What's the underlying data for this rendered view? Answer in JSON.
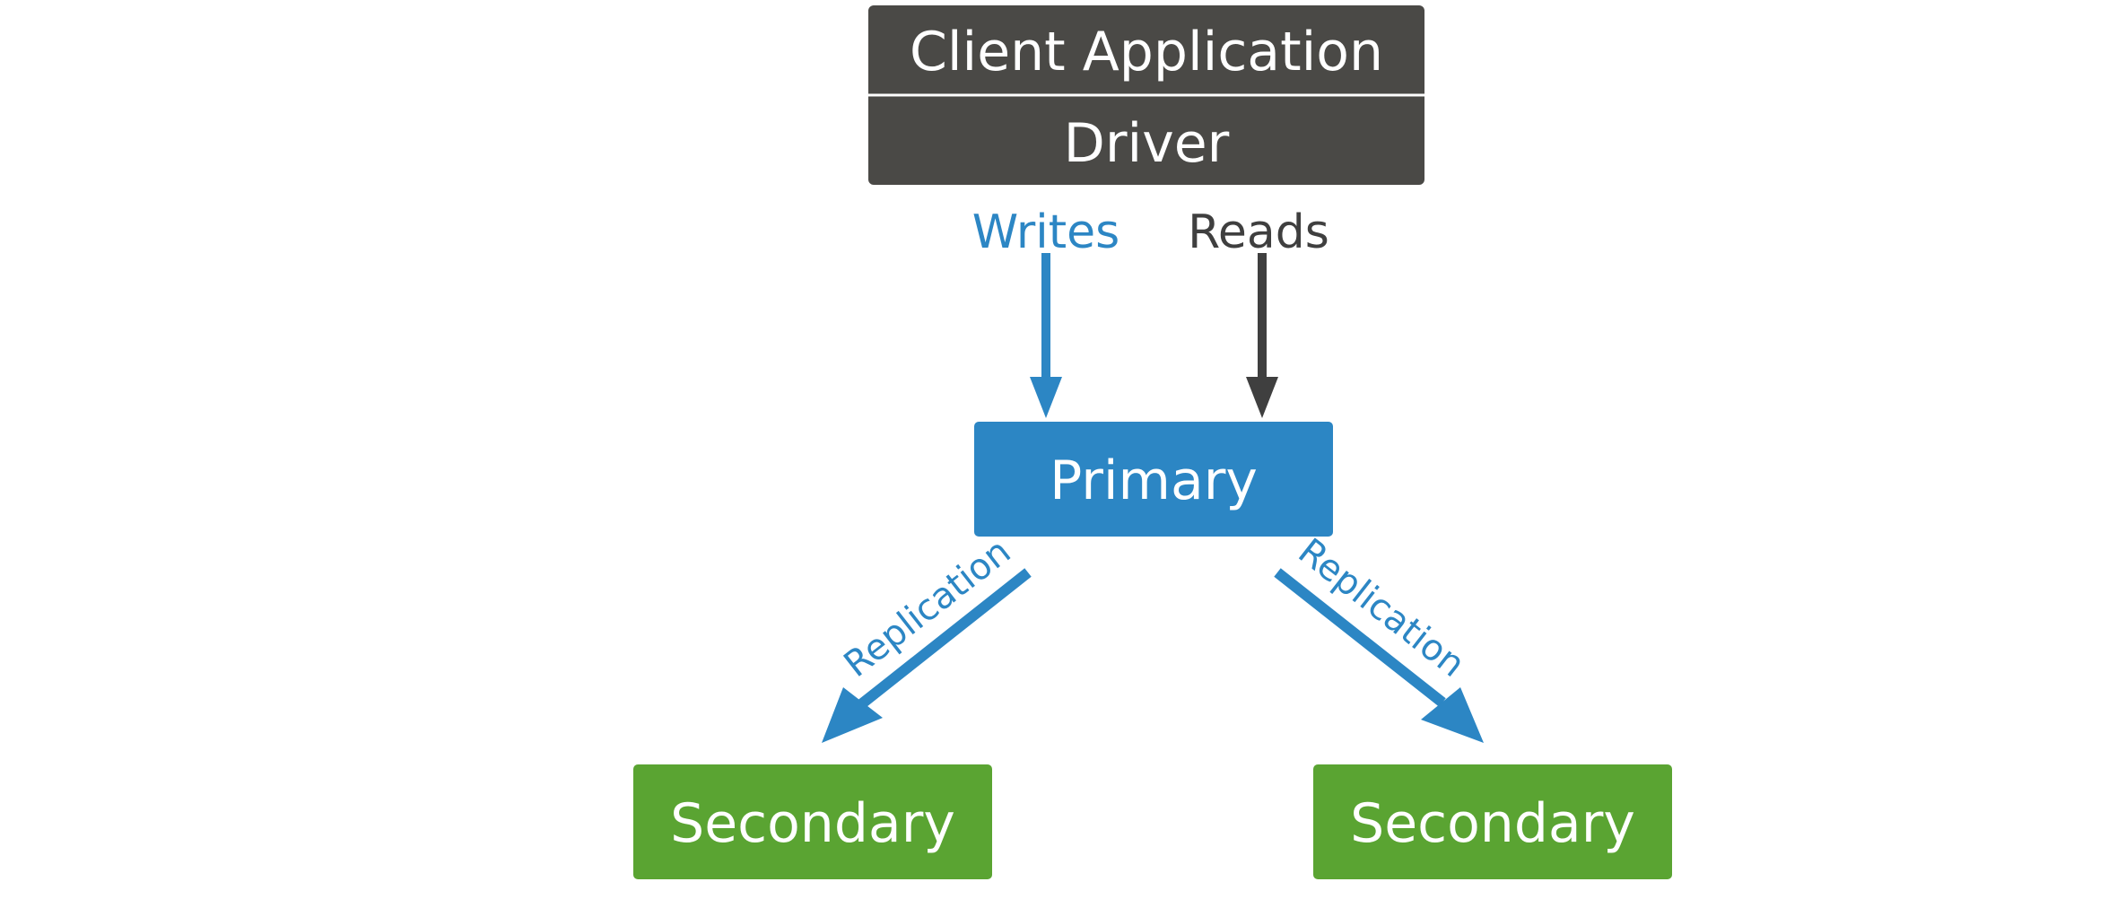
{
  "client": {
    "title": "Client Application",
    "driver": "Driver"
  },
  "flows": {
    "writes": "Writes",
    "reads": "Reads"
  },
  "primary": {
    "label": "Primary"
  },
  "replication": {
    "left_label": "Replication",
    "right_label": "Replication"
  },
  "secondaries": [
    {
      "label": "Secondary"
    },
    {
      "label": "Secondary"
    }
  ],
  "colors": {
    "client_box": "#4a4946",
    "primary_box": "#2c86c4",
    "secondary_box": "#5aa432",
    "writes_arrow": "#2c86c4",
    "reads_arrow": "#3f3f3f",
    "replication_arrow": "#2c86c4",
    "box_text": "#ffffff"
  }
}
